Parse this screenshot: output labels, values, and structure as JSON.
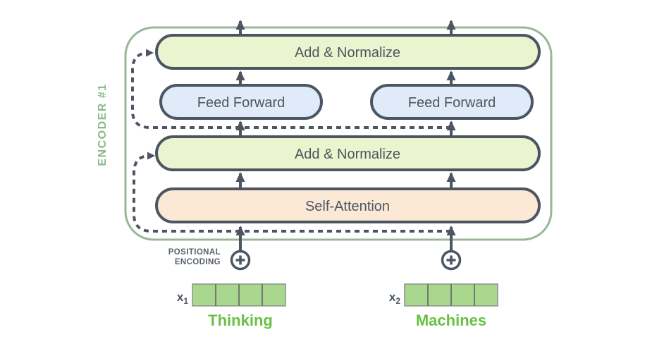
{
  "encoder": {
    "label": "ENCODER #1",
    "layers": {
      "add_normalize_top": "Add & Normalize",
      "feed_forward_left": "Feed Forward",
      "feed_forward_right": "Feed Forward",
      "add_normalize_mid": "Add & Normalize",
      "self_attention": "Self-Attention"
    }
  },
  "positional_encoding": {
    "line1": "POSITIONAL",
    "line2": "ENCODING"
  },
  "inputs": [
    {
      "symbol": "x",
      "subscript": "1",
      "word": "Thinking",
      "vector_cells": 4
    },
    {
      "symbol": "x",
      "subscript": "2",
      "word": "Machines",
      "vector_cells": 4
    }
  ],
  "icons": {
    "plus_circle_left": "plus-in-circle-icon",
    "plus_circle_right": "plus-in-circle-icon",
    "arrows": "up-arrow",
    "residual_paths": "dashed-residual-arrow"
  },
  "colors": {
    "slate": "#4c5662",
    "add_normalize_fill": "#eaf4cf",
    "feed_forward_fill": "#e0ebfa",
    "self_attention_fill": "#fbe8d5",
    "encoder_border_green": "#97b897",
    "encoder_label_green": "#8ab88a",
    "word_green": "#68c043",
    "vector_fill": "#a9d78e"
  }
}
